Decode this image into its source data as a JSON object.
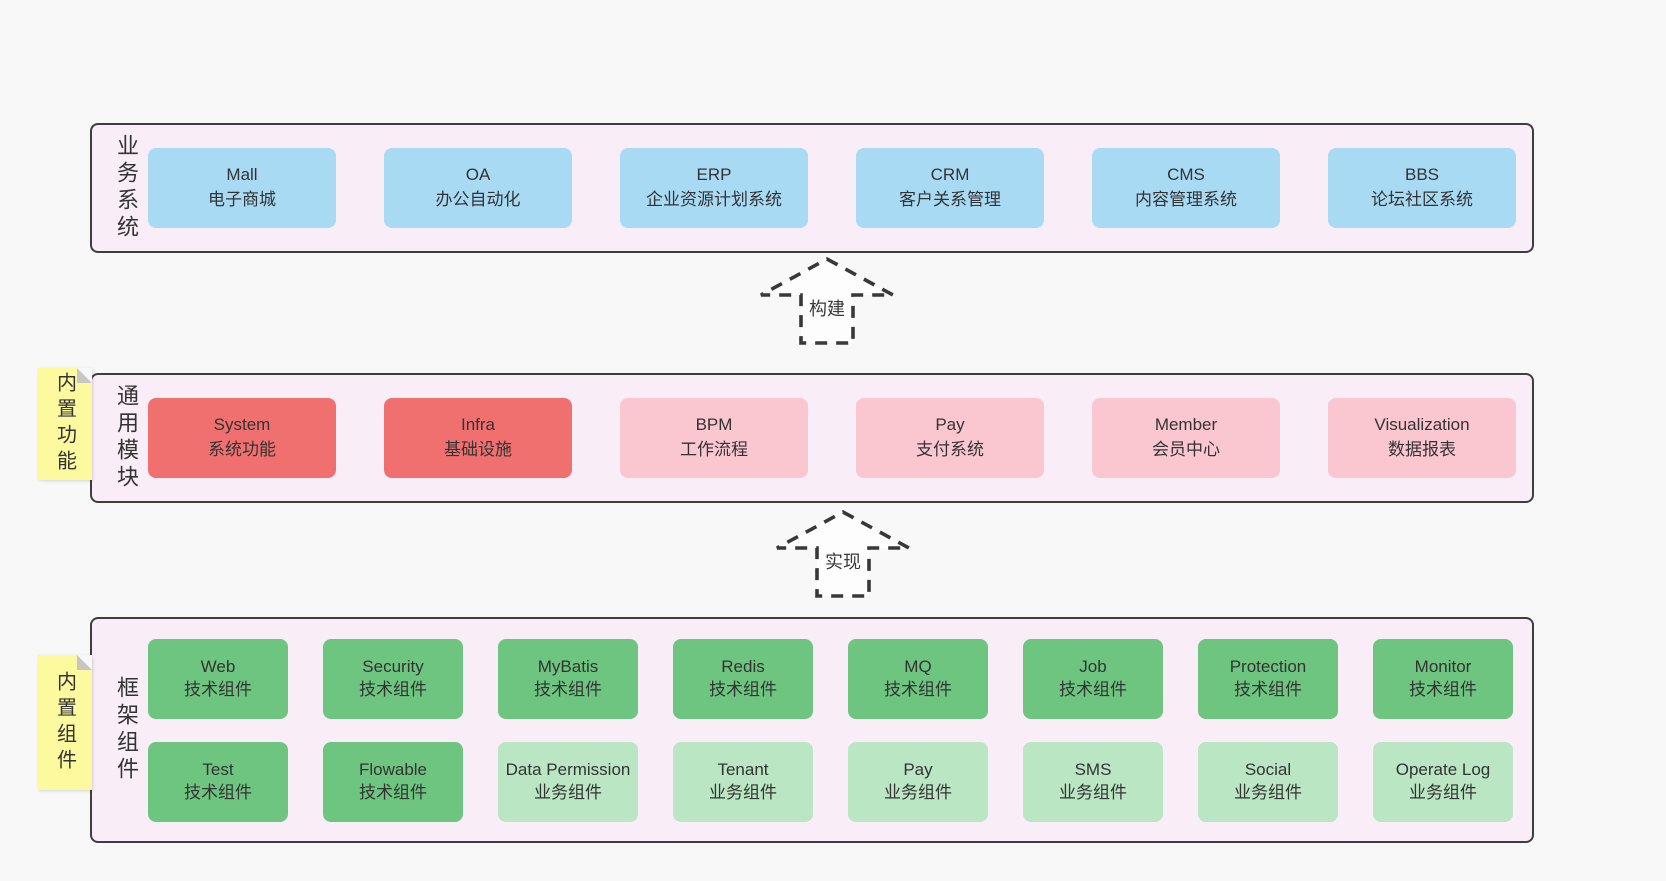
{
  "diagram": {
    "colors": {
      "blue": "#A8DAF4",
      "red": "#F0706F",
      "pink": "#FAC7D0",
      "green": "#6DC57F",
      "lightgreen": "#BAE6C3",
      "container": "#F9EDF7",
      "sticky": "#FCF99F",
      "border": "#3E3E3E"
    },
    "arrows": [
      {
        "label": "构建"
      },
      {
        "label": "实现"
      }
    ],
    "layers": [
      {
        "label": "业务系统",
        "sticky": null,
        "rows": [
          [
            {
              "en": "Mall",
              "zh": "电子商城",
              "variant": "blue"
            },
            {
              "en": "OA",
              "zh": "办公自动化",
              "variant": "blue"
            },
            {
              "en": "ERP",
              "zh": "企业资源计划系统",
              "variant": "blue"
            },
            {
              "en": "CRM",
              "zh": "客户关系管理",
              "variant": "blue"
            },
            {
              "en": "CMS",
              "zh": "内容管理系统",
              "variant": "blue"
            },
            {
              "en": "BBS",
              "zh": "论坛社区系统",
              "variant": "blue"
            }
          ]
        ]
      },
      {
        "label": "通用模块",
        "sticky": "内置功能",
        "rows": [
          [
            {
              "en": "System",
              "zh": "系统功能",
              "variant": "red"
            },
            {
              "en": "Infra",
              "zh": "基础设施",
              "variant": "red"
            },
            {
              "en": "BPM",
              "zh": "工作流程",
              "variant": "pink"
            },
            {
              "en": "Pay",
              "zh": "支付系统",
              "variant": "pink"
            },
            {
              "en": "Member",
              "zh": "会员中心",
              "variant": "pink"
            },
            {
              "en": "Visualization",
              "zh": "数据报表",
              "variant": "pink"
            }
          ]
        ]
      },
      {
        "label": "框架组件",
        "sticky": "内置组件",
        "rows": [
          [
            {
              "en": "Web",
              "zh": "技术组件",
              "variant": "green"
            },
            {
              "en": "Security",
              "zh": "技术组件",
              "variant": "green"
            },
            {
              "en": "MyBatis",
              "zh": "技术组件",
              "variant": "green"
            },
            {
              "en": "Redis",
              "zh": "技术组件",
              "variant": "green"
            },
            {
              "en": "MQ",
              "zh": "技术组件",
              "variant": "green"
            },
            {
              "en": "Job",
              "zh": "技术组件",
              "variant": "green"
            },
            {
              "en": "Protection",
              "zh": "技术组件",
              "variant": "green"
            },
            {
              "en": "Monitor",
              "zh": "技术组件",
              "variant": "green"
            }
          ],
          [
            {
              "en": "Test",
              "zh": "技术组件",
              "variant": "green"
            },
            {
              "en": "Flowable",
              "zh": "技术组件",
              "variant": "green"
            },
            {
              "en": "Data Permission",
              "zh": "业务组件",
              "variant": "lightgreen"
            },
            {
              "en": "Tenant",
              "zh": "业务组件",
              "variant": "lightgreen"
            },
            {
              "en": "Pay",
              "zh": "业务组件",
              "variant": "lightgreen"
            },
            {
              "en": "SMS",
              "zh": "业务组件",
              "variant": "lightgreen"
            },
            {
              "en": "Social",
              "zh": "业务组件",
              "variant": "lightgreen"
            },
            {
              "en": "Operate Log",
              "zh": "业务组件",
              "variant": "lightgreen"
            }
          ]
        ]
      }
    ]
  }
}
